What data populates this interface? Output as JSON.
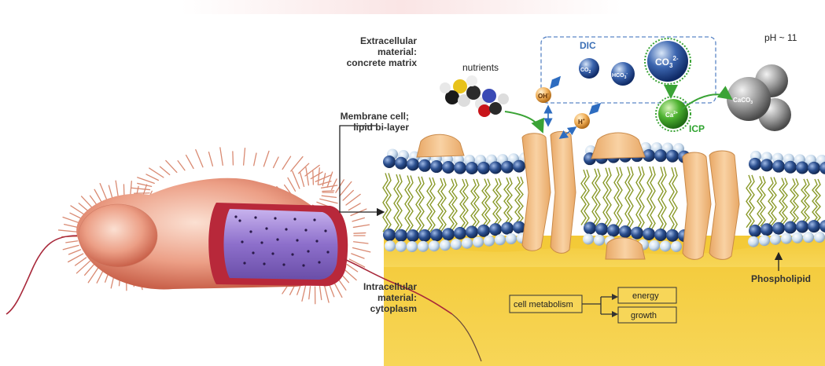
{
  "labels": {
    "extracellular": [
      "Extracellular",
      "material:",
      "concrete matrix"
    ],
    "membrane": [
      "Membrane cell;",
      "lipid bi-layer"
    ],
    "intracellular": [
      "Intracellular",
      "material:",
      "cytoplasm"
    ],
    "nutrients": "nutrients",
    "ph": "pH ~ 11",
    "dic": "DIC",
    "icp": "ICP",
    "phospholipid": "Phospholipid",
    "cell_metabolism": "cell metabolism",
    "energy": "energy",
    "growth": "growth"
  },
  "ions": {
    "oh": "OH",
    "oh_sup": "-",
    "h": "H",
    "h_sup": "+",
    "co2": "CO",
    "co2_sub": "2",
    "hco3": "HCO",
    "hco3_sub": "3",
    "hco3_sup": "-",
    "co3": "CO",
    "co3_sub": "3",
    "co3_sup": "2-",
    "ca": "Ca",
    "ca_sup": "2+",
    "caco3": "CaCO",
    "caco3_sub": "3"
  },
  "colors": {
    "cytoplasm": "#f2c93a",
    "head_dark": "#2b4f8f",
    "head_light": "#cfe0f0",
    "tail": "#8a9a2a",
    "protein": "#f5c38a",
    "dic_border": "#5b86c6",
    "dic_text": "#3b6fb6",
    "icp": "#2ea32e",
    "bacterium": "#e8967c",
    "bacterium_band": "#b8283a",
    "bacterium_core": "#8c70c8"
  }
}
